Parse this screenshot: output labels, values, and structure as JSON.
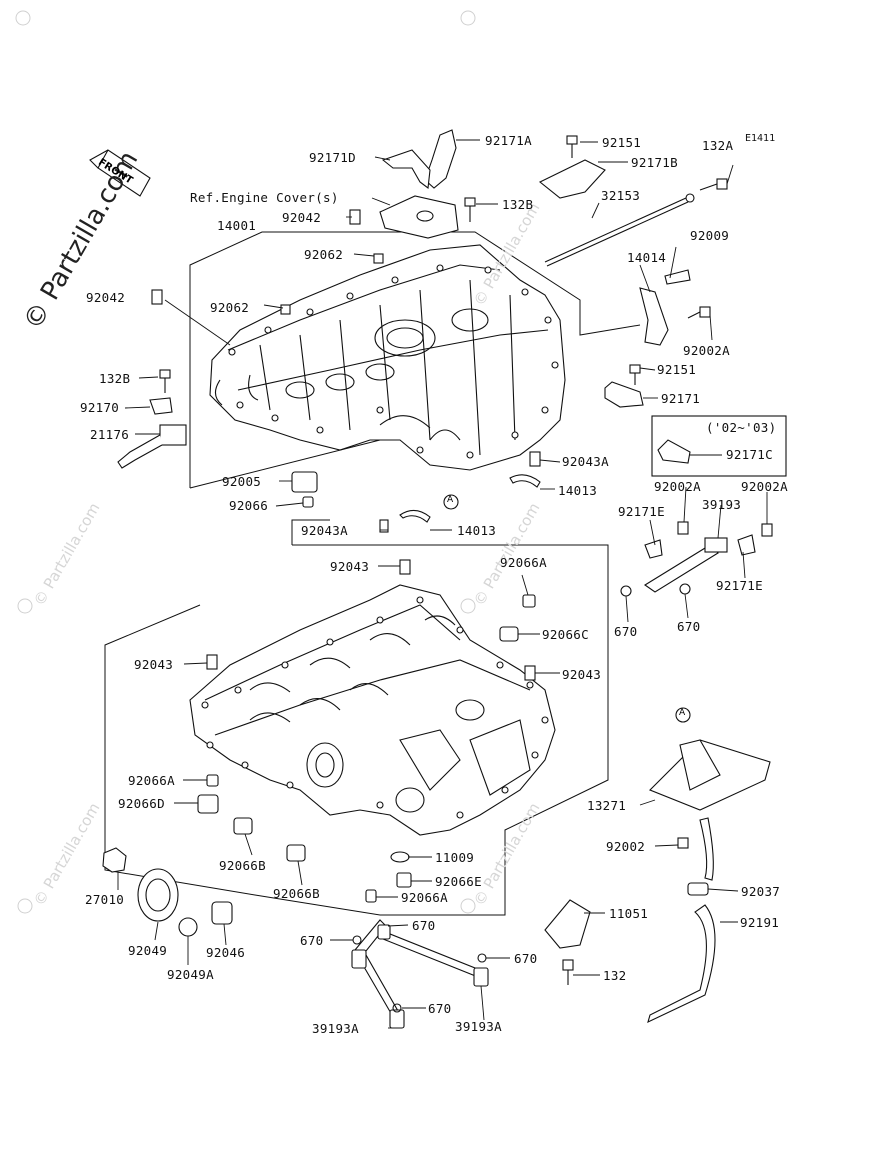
{
  "diagram": {
    "code": "E1411",
    "watermark": "© Partzilla.com",
    "front_label": "FRONT",
    "ref_note": "Ref.Engine Cover(s)",
    "model_note": "('02~'03)",
    "callout": "A"
  },
  "labels": {
    "l92171A": "92171A",
    "l92151a": "92151",
    "l92171D": "92171D",
    "l92171B": "92171B",
    "l132A": "132A",
    "l132Ba": "132B",
    "l14001": "14001",
    "l92042a": "92042",
    "l32153": "32153",
    "l92062a": "92062",
    "l92009": "92009",
    "l14014": "14014",
    "l92042b": "92042",
    "l92062b": "92062",
    "l92002Aa": "92002A",
    "l132Bb": "132B",
    "l92151b": "92151",
    "l92170": "92170",
    "l92171": "92171",
    "l21176": "21176",
    "l92171C": "92171C",
    "l92043Aa": "92043A",
    "l92005": "92005",
    "l14013a": "14013",
    "l92066": "92066",
    "l92002Ab": "92002A",
    "l39193": "39193",
    "l92002Ac": "92002A",
    "l92171Ea": "92171E",
    "l92043Ab": "92043A",
    "l14013b": "14013",
    "l92043a": "92043",
    "l92066Aa": "92066A",
    "l92171Eb": "92171E",
    "l670a": "670",
    "l670b": "670",
    "l92066C": "92066C",
    "l92043b": "92043",
    "l92043c": "92043",
    "l92066Ab": "92066A",
    "l92066D": "92066D",
    "l13271": "13271",
    "l92066Ba": "92066B",
    "l11009": "11009",
    "l92002": "92002",
    "l27010": "27010",
    "l92066E": "92066E",
    "l92066Bb": "92066B",
    "l92066Ac": "92066A",
    "l92037": "92037",
    "l11051": "11051",
    "l92191": "92191",
    "l670c": "670",
    "l670d": "670",
    "l92049": "92049",
    "l92046": "92046",
    "l670e": "670",
    "l92049A": "92049A",
    "l132": "132",
    "l670f": "670",
    "l39193Aa": "39193A",
    "l39193Ab": "39193A"
  }
}
